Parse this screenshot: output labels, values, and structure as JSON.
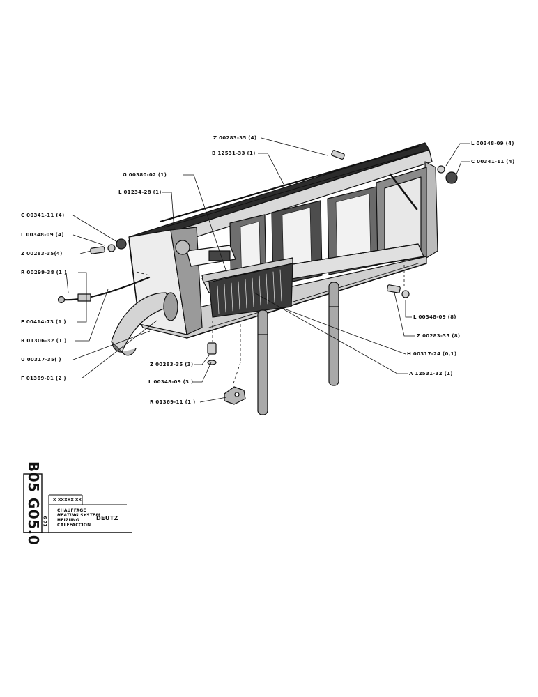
{
  "labels": {
    "z_00283_35_top": "Z 00283-35 (4)",
    "b_12531_33": "B 12531-33 (1)",
    "g_00380_02": "G 00380-02 (1)",
    "l_01234_28": "L 01234-28 (1)",
    "c_00341_11_left": "C 00341-11 (4)",
    "l_00348_09_left": "L 00348-09 (4)",
    "z_00283_35_left": "Z 00283-35(4)",
    "r_00299_38": "R 00299-38 (1 )",
    "e_00414_73": "E 00414-73 (1 )",
    "r_01306_32": "R 01306-32 (1 )",
    "u_00317_35": "U 00317-35(  )",
    "f_01369_01": "F 01369-01 (2 )",
    "z_00283_35_bottom": "Z 00283-35 (3)",
    "l_00348_09_bottom": "L 00348-09 (3 )",
    "r_01369_11": "R 01369-11 (1 )",
    "l_00348_09_right_top": "L 00348-09 (4)",
    "c_00341_11_right": "C 00341-11 (4)",
    "l_00348_09_right": "L 00348-09 (8)",
    "z_00283_35_right": "Z 00283-35 (8)",
    "h_00317_24": "H 00317-24 (0,1)",
    "a_12531_32": "A 12531-32 (1)"
  },
  "title_block": {
    "code": "B05 G05.0",
    "date": "6-71",
    "header": "X XXXXX-XX",
    "lines": [
      "CHAUFFAGE",
      "HEATING SYSTEM",
      "HEIZUNG",
      "CALEFACCION"
    ],
    "maker": "DEUTZ"
  },
  "colors": {
    "ink": "#111111",
    "paper": "#ffffff"
  }
}
